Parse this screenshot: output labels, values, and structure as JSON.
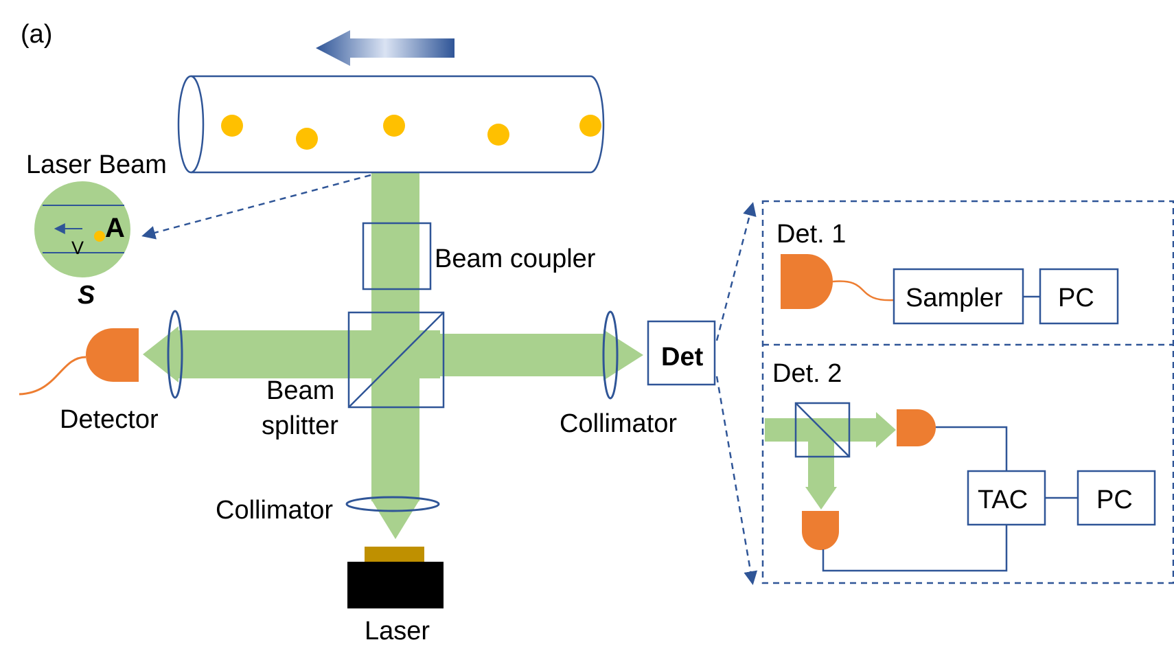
{
  "panel_label": "(a)",
  "labels": {
    "laser_beam": "Laser Beam",
    "particle": "A",
    "velocity": "V",
    "sample": "S",
    "beam_coupler": "Beam coupler",
    "beam_splitter_line1": "Beam",
    "beam_splitter_line2": "splitter",
    "detector": "Detector",
    "collimator_right": "Collimator",
    "collimator_bottom": "Collimator",
    "laser": "Laser",
    "det_box": "Det",
    "det1": "Det. 1",
    "sampler": "Sampler",
    "pc1": "PC",
    "det2": "Det. 2",
    "tac": "TAC",
    "pc2": "PC"
  },
  "colors": {
    "beam": "#a9d18e",
    "line": "#2f5597",
    "detector": "#ed7d31",
    "particle": "#ffc000",
    "laser_body": "#000000",
    "laser_head": "#bf9000",
    "arrow_dark": "#2f5597",
    "arrow_light": "#dae3f3"
  }
}
